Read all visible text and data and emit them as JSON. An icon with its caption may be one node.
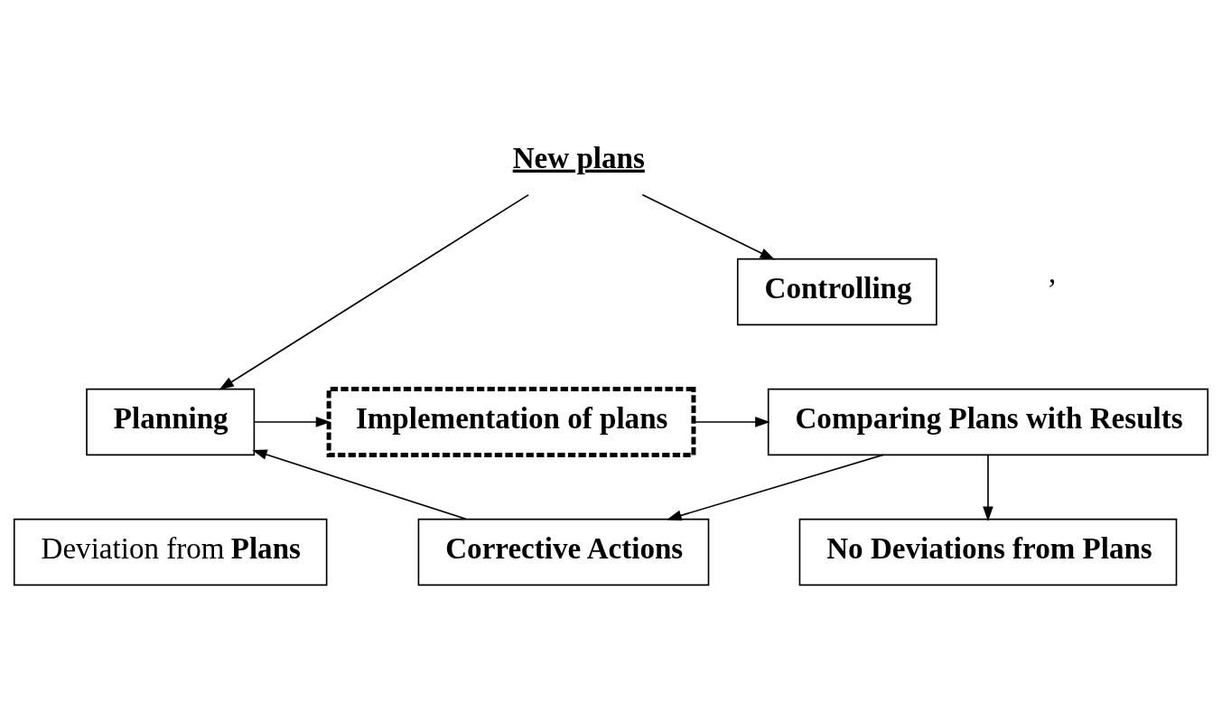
{
  "diagram": {
    "nodes": [
      {
        "text": [
          "New plans"
        ]
      },
      {
        "text": [
          "Planning"
        ]
      },
      {
        "text": [
          "Implementation of plans"
        ]
      },
      {
        "text": [
          "Controlling"
        ]
      },
      {
        "text": [
          "Comparing Plans with Results"
        ]
      },
      {
        "text": [
          "Deviation from **Plans**"
        ]
      },
      {
        "text": [
          "No Deviations from Plans"
        ]
      },
      {
        "text": [
          "Corrective Actions"
        ]
      }
    ],
    "edges": [
      {
        "from": 0,
        "to": 1,
        "arrow": "to"
      },
      {
        "from": 0,
        "to": 3,
        "arrow": "to"
      },
      {
        "from": 1,
        "to": 2,
        "arrow": "to"
      },
      {
        "from": 2,
        "to": 4,
        "arrow": "to"
      },
      {
        "from": 4,
        "to": 6,
        "arrow": "to"
      },
      {
        "from": 4,
        "to": 7,
        "arrow": "to"
      },
      {
        "from": 7,
        "to": 1,
        "arrow": "to"
      }
    ],
    "labels": [
      "’"
    ]
  }
}
